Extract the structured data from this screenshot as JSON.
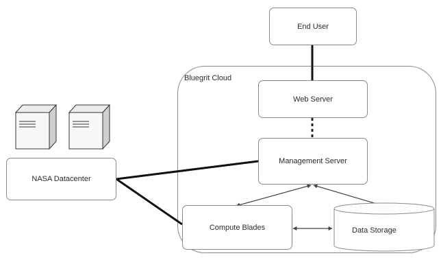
{
  "nodes": {
    "end_user": "End User",
    "cloud_title": "Bluegrit Cloud",
    "web_server": "Web Server",
    "management_server": "Management Server",
    "nasa_datacenter": "NASA Datacenter",
    "compute_blades": "Compute Blades",
    "data_storage": "Data Storage"
  },
  "colors": {
    "border": "#8a8a8a",
    "line": "#111111",
    "arrow": "#444444",
    "server_body": "#f4f4f4",
    "server_side": "#d6d6d6"
  }
}
